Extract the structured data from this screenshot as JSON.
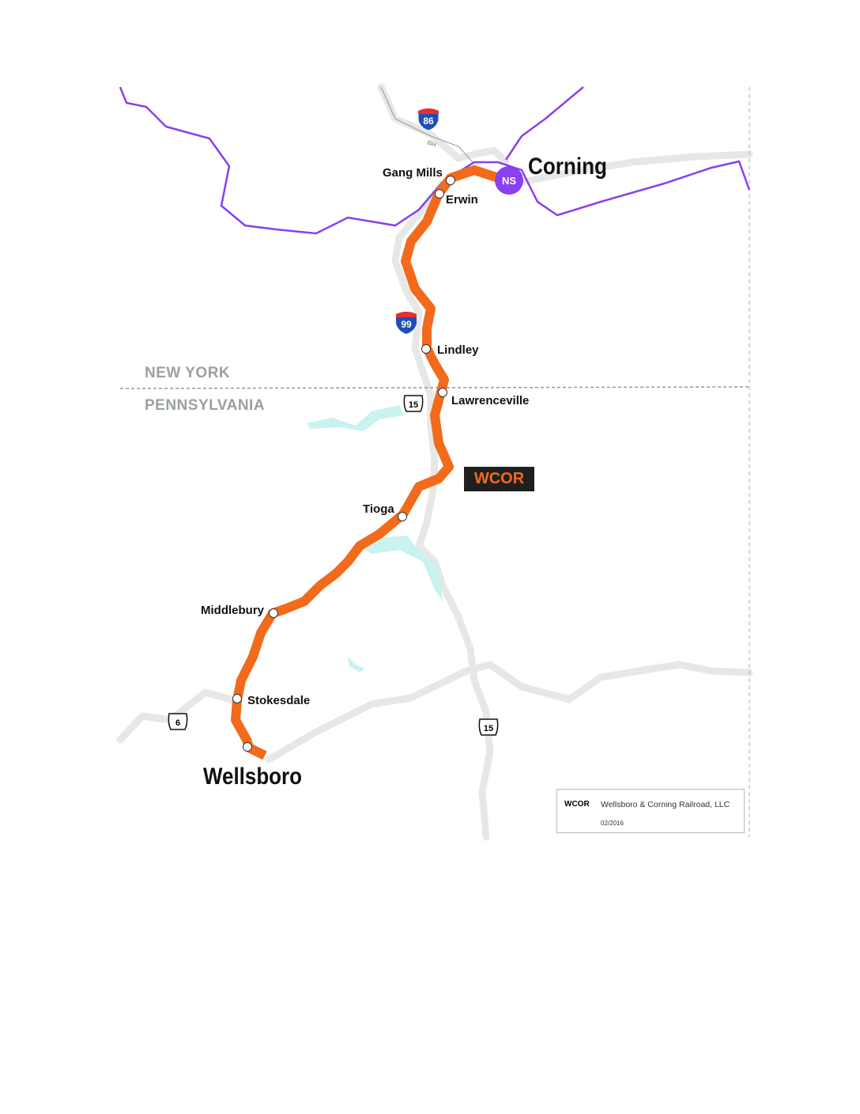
{
  "map": {
    "colors": {
      "route": "#f26a1b",
      "ns_line": "#8a3ff0",
      "roads": "#e6e8e6",
      "water": "#c9f2f0",
      "state_text": "#9aa0a2"
    },
    "states": {
      "north": "NEW YORK",
      "south": "PENNSYLVANIA"
    },
    "cities": {
      "corning": "Corning",
      "wellsboro": "Wellsboro"
    },
    "stations": [
      "Gang Mills",
      "Erwin",
      "Lindley",
      "Lawrenceville",
      "Tioga",
      "Middlebury",
      "Stokesdale"
    ],
    "ns_badge": "NS",
    "route_badge": "WCOR",
    "road_label": "BH",
    "shields": {
      "i86": "86",
      "i99": "99",
      "us15_north": "15",
      "us15_south": "15",
      "us6": "6"
    }
  },
  "legend": {
    "abbr": "WCOR",
    "name": "Wellsboro & Corning Railroad, LLC",
    "date": "02/2016"
  }
}
